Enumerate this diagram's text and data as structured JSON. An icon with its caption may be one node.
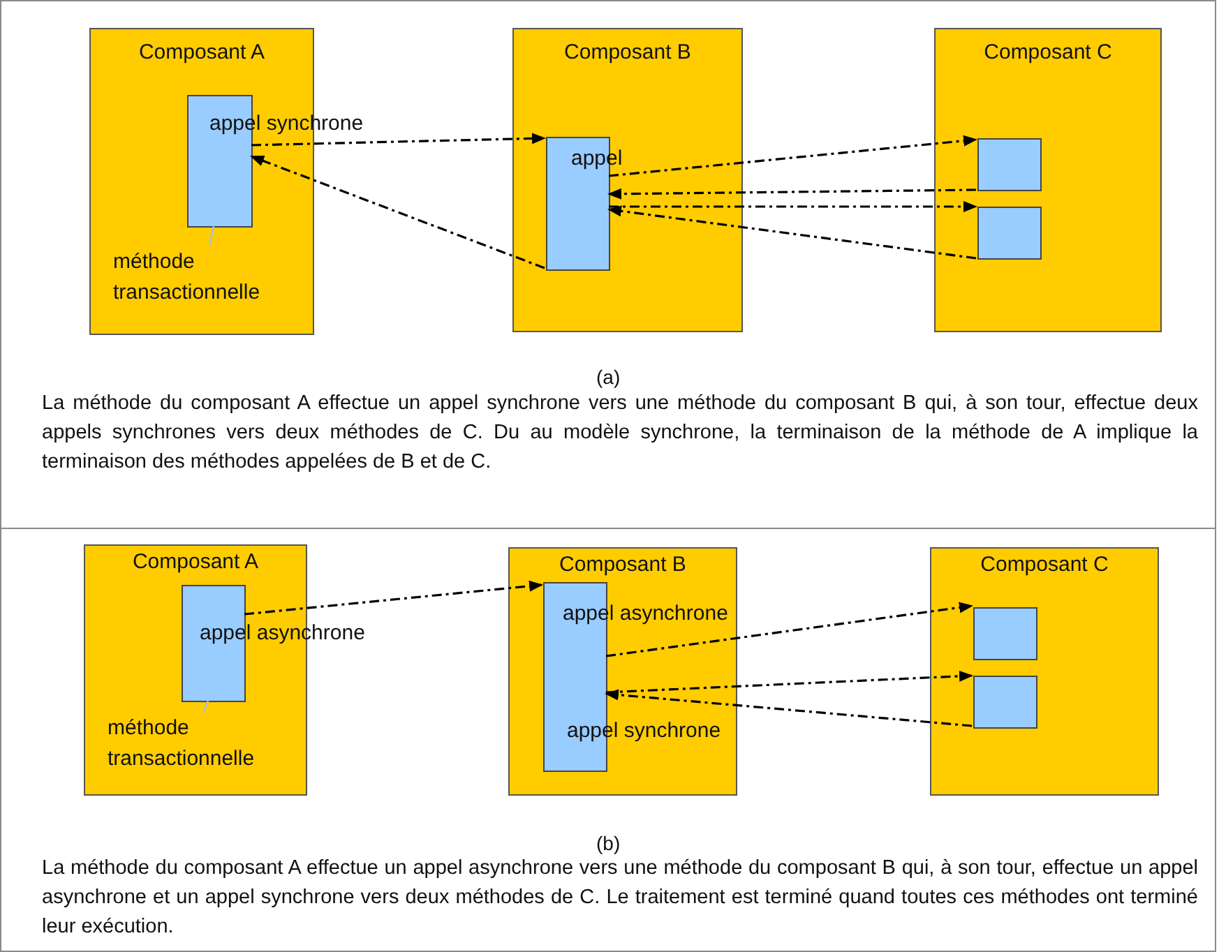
{
  "diagram": {
    "nodes": [
      {
        "text": [
          "Composant A"
        ]
      },
      {
        "text": [],
        "shape": "box",
        "in": 0
      },
      {
        "text": [
          "méthode transactionnelle"
        ],
        "in": 0
      },
      {
        "text": [
          "Composant B"
        ]
      },
      {
        "text": [
          "appel"
        ],
        "in": 3
      },
      {
        "text": [
          "Composant C"
        ]
      },
      {
        "text": [],
        "shape": "box",
        "in": 5
      },
      {
        "text": [],
        "shape": "box",
        "in": 5
      },
      {
        "text": [
          "Composant A"
        ]
      },
      {
        "text": [],
        "shape": "box",
        "in": 8
      },
      {
        "text": [
          "méthode transactionnelle"
        ],
        "in": 8
      },
      {
        "text": [
          "Composant B"
        ]
      },
      {
        "text": [],
        "shape": "box",
        "in": 11
      },
      {
        "text": [
          "Composant C"
        ]
      },
      {
        "text": [],
        "shape": "box",
        "in": 13
      },
      {
        "text": [],
        "shape": "box",
        "in": 13
      }
    ],
    "edges": [
      {
        "from": 2,
        "to": 1,
        "arrow": "none",
        "color": "#a6c0d8"
      },
      {
        "from": 1,
        "to": 4,
        "arrow": "to",
        "style": "dashed",
        "label": "appel synchrone"
      },
      {
        "from": 4,
        "to": 1,
        "arrow": "to",
        "style": "dashed"
      },
      {
        "from": 4,
        "to": 6,
        "arrow": "to",
        "style": "dashed"
      },
      {
        "from": 6,
        "to": 4,
        "arrow": "to",
        "style": "dashed"
      },
      {
        "from": 4,
        "to": 7,
        "arrow": "to",
        "style": "dashed"
      },
      {
        "from": 7,
        "to": 4,
        "arrow": "to",
        "style": "dashed"
      },
      {
        "from": 10,
        "to": 9,
        "arrow": "none",
        "color": "#a6c0d8"
      },
      {
        "from": 9,
        "to": 12,
        "arrow": "to",
        "style": "dashed",
        "label": "appel asynchrone"
      },
      {
        "from": 12,
        "to": 14,
        "arrow": "to",
        "style": "dashed",
        "label": "appel asynchrone"
      },
      {
        "from": 12,
        "to": 15,
        "arrow": "to",
        "style": "dashed",
        "label": "appel synchrone"
      },
      {
        "from": 15,
        "to": 12,
        "arrow": "to",
        "style": "dashed"
      }
    ],
    "labels": [
      "(a)",
      "La méthode du composant A effectue un appel synchrone vers une méthode du composant B qui, à son tour, effectue deux appels synchrones vers deux méthodes de C. Du au modèle synchrone, la terminaison de la méthode de A implique la terminaison des méthodes appelées de B et de C.",
      "(b)",
      "La méthode du composant A effectue un appel asynchrone vers une méthode du composant B qui, à son tour, effectue un appel asynchrone et un appel synchrone vers deux méthodes de C. Le traitement est terminé quand toutes ces méthodes ont terminé leur exécution."
    ]
  }
}
